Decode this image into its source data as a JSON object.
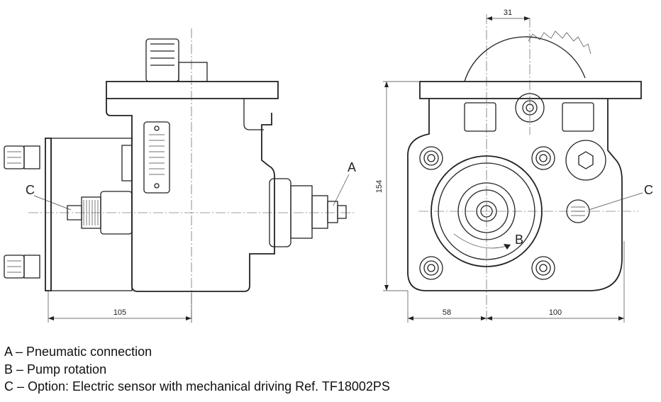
{
  "dimensions": {
    "side_width": "105",
    "front_left": "58",
    "front_right": "100",
    "front_height": "154",
    "front_top": "31"
  },
  "callouts": {
    "side_a": "A",
    "side_c": "C",
    "front_b": "B",
    "front_c": "C"
  },
  "legend": {
    "a": "A – Pneumatic connection",
    "b": "B – Pump rotation",
    "c": "C – Option: Electric sensor with mechanical driving Ref. TF18002PS"
  }
}
